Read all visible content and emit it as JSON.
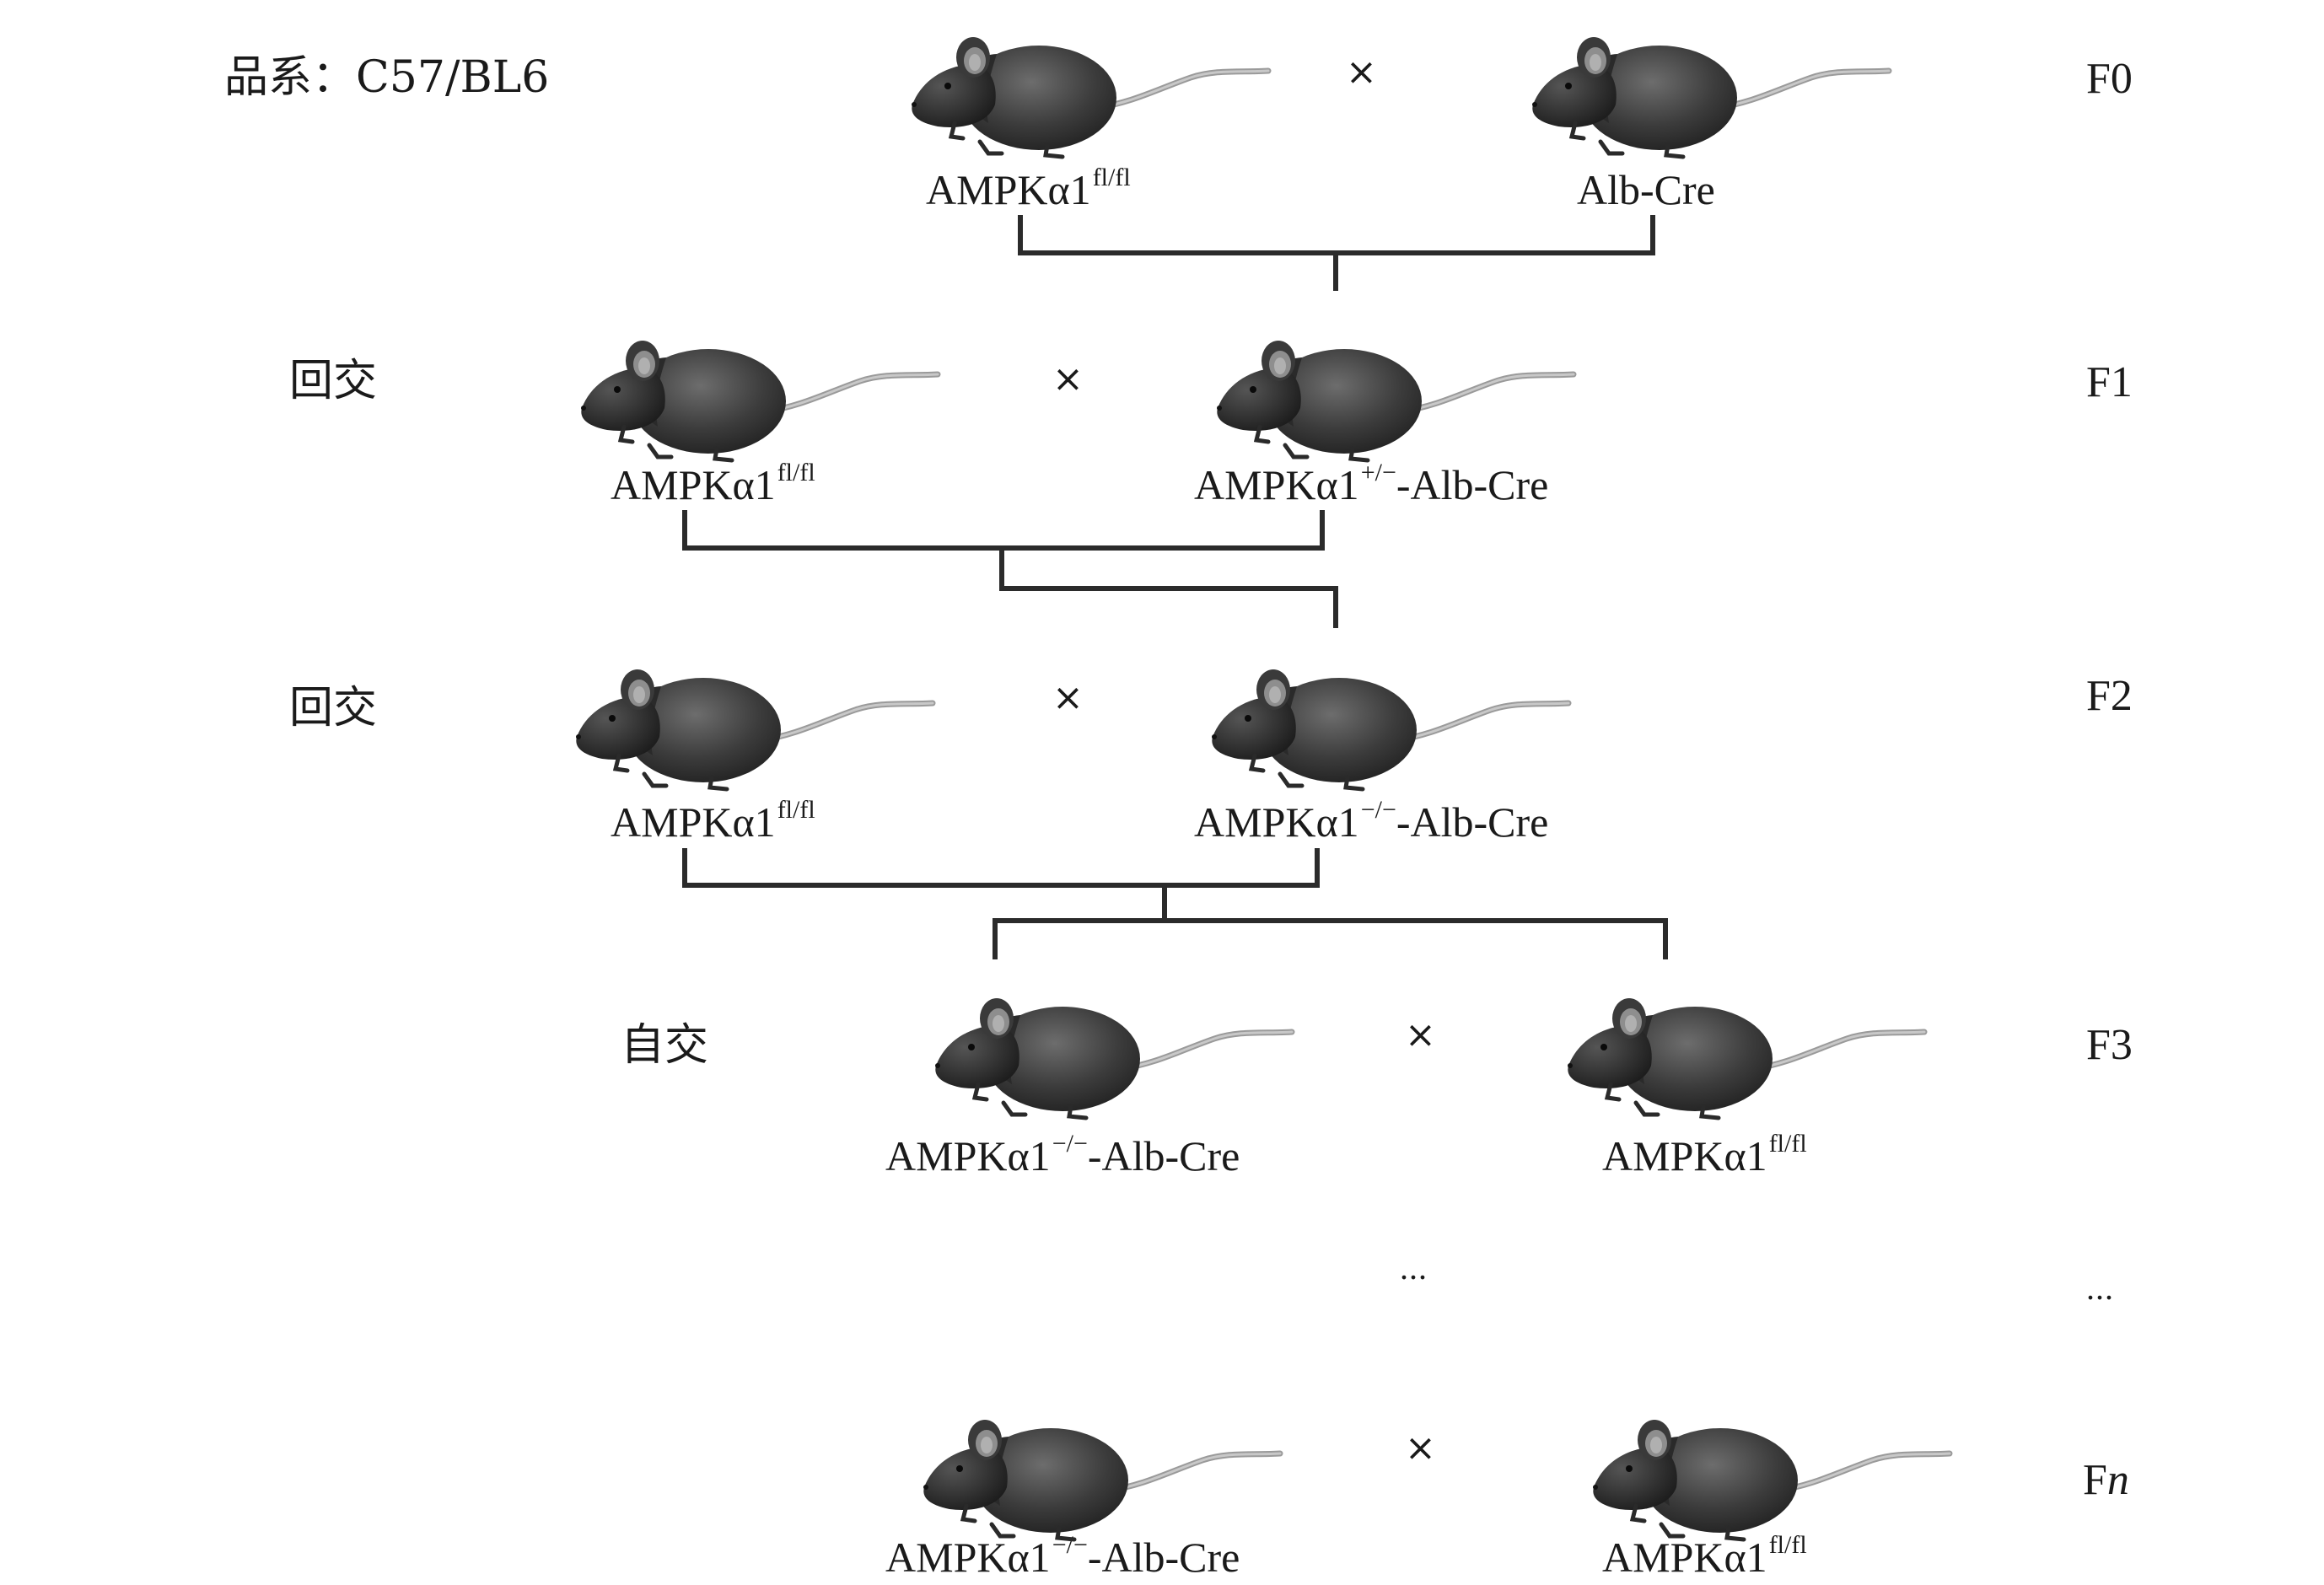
{
  "strain_label": "品系：C57/BL6",
  "rows": [
    {
      "generation": "F0",
      "cross_symbol": "×",
      "left": {
        "base": "AMPKα1",
        "sup": "fl/fl",
        "suffix": ""
      },
      "right": {
        "base": "Alb-Cre",
        "sup": "",
        "suffix": ""
      }
    },
    {
      "generation": "F1",
      "method": "回交",
      "cross_symbol": "×",
      "left": {
        "base": "AMPKα1",
        "sup": "fl/fl",
        "suffix": ""
      },
      "right": {
        "base": "AMPKα1",
        "sup": "+/−",
        "suffix": "-Alb-Cre"
      }
    },
    {
      "generation": "F2",
      "method": "回交",
      "cross_symbol": "×",
      "left": {
        "base": "AMPKα1",
        "sup": "fl/fl",
        "suffix": ""
      },
      "right": {
        "base": "AMPKα1",
        "sup": "−/−",
        "suffix": "-Alb-Cre"
      }
    },
    {
      "generation": "F3",
      "method": "自交",
      "cross_symbol": "×",
      "left": {
        "base": "AMPKα1",
        "sup": "−/−",
        "suffix": "-Alb-Cre"
      },
      "right": {
        "base": "AMPKα1",
        "sup": "fl/fl",
        "suffix": ""
      }
    },
    {
      "generation_prefix": "F",
      "generation_suffix": "n",
      "cross_symbol": "×",
      "left": {
        "base": "AMPKα1",
        "sup": "−/−",
        "suffix": "-Alb-Cre"
      },
      "right": {
        "base": "AMPKα1",
        "sup": "fl/fl",
        "suffix": ""
      }
    }
  ],
  "ellipsis": "...",
  "generation_ellipsis": "..."
}
